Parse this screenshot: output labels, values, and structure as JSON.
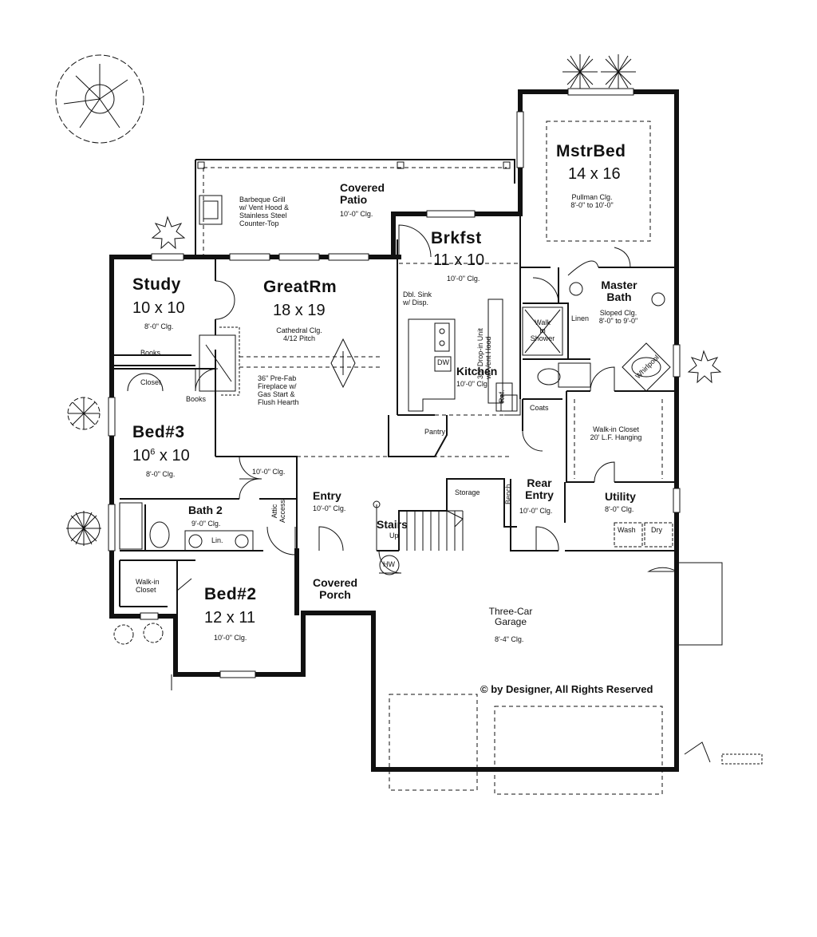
{
  "rooms": {
    "patio": {
      "name": "Covered\nPatio",
      "clg": "10'-0\" Clg."
    },
    "grill": {
      "note": "Barbeque Grill\nw/ Vent Hood &\nStainless Steel\nCounter-Top"
    },
    "brkfst": {
      "name": "Brkfst",
      "size": "11 x 10",
      "clg": "10'-0\" Clg."
    },
    "mstrbed": {
      "name": "MstrBed",
      "size": "14 x 16",
      "clg": "Pullman Clg.\n8'-0\" to 10'-0\""
    },
    "study": {
      "name": "Study",
      "size": "10 x 10",
      "clg": "8'-0\" Clg."
    },
    "greatrm": {
      "name": "GreatRm",
      "size": "18 x 19",
      "clg": "Cathedral Clg.\n4/12 Pitch"
    },
    "fireplace": {
      "note": "36\" Pre-Fab\nFireplace w/\nGas Start &\nFlush Hearth"
    },
    "kitchen": {
      "name": "Kitchen",
      "clg": "10'-0\" Clg.",
      "sink": "Dbl. Sink\nw/ Disp.",
      "dw": "DW",
      "range": "30\" Drop-in Unit\nw/ Vent Hood",
      "ref": "Ref."
    },
    "masterbath": {
      "name": "Master\nBath",
      "clg": "Sloped Clg.\n8'-0\" to 9'-0\"",
      "linen": "Linen",
      "shower": "Walk\nIn\nShower",
      "whirlpool": "Whirlpool"
    },
    "bed3": {
      "name": "Bed#3",
      "size": "10",
      "size_sup": "6",
      "size_rest": " x 10",
      "clg": "8'-0\" Clg.",
      "closet": "Closet",
      "books1": "Books",
      "books2": "Books"
    },
    "pantry": {
      "name": "Pantry"
    },
    "coats": {
      "name": "Coats"
    },
    "wic": {
      "name": "Walk-in Closet\n20' L.F. Hanging"
    },
    "hall": {
      "clg": "10'-0\" Clg."
    },
    "entry": {
      "name": "Entry",
      "clg": "10'-0\" Clg."
    },
    "attic": {
      "name": "Attic\nAccess"
    },
    "storage": {
      "name": "Storage"
    },
    "bench": {
      "name": "Bench"
    },
    "rearentry": {
      "name": "Rear\nEntry",
      "clg": "10'-0\" Clg."
    },
    "utility": {
      "name": "Utility",
      "clg": "8'-0\" Clg.",
      "wash": "Wash",
      "dry": "Dry"
    },
    "bath2": {
      "name": "Bath 2",
      "clg": "9'-0\" Clg.",
      "lin": "Lin."
    },
    "stairs": {
      "name": "Stairs",
      "up": "Up"
    },
    "hw": {
      "name": "HW"
    },
    "bed2": {
      "name": "Bed#2",
      "size": "12 x 11",
      "clg": "10'-0\" Clg.",
      "closet": "Walk-in\nCloset"
    },
    "porch": {
      "name": "Covered\nPorch"
    },
    "garage": {
      "name": "Three-Car\nGarage",
      "clg": "8'-4\" Clg."
    }
  },
  "copyright": "© by Designer, All Rights Reserved"
}
